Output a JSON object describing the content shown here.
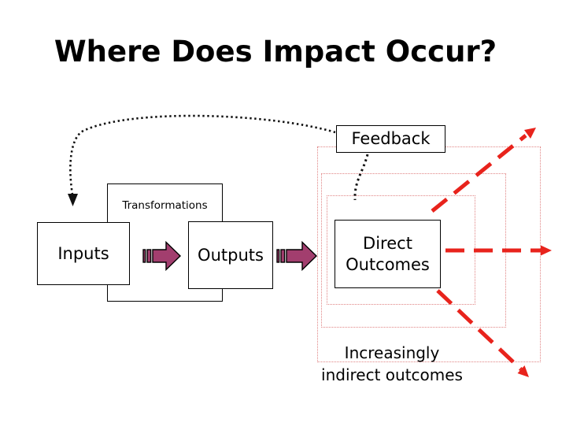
{
  "slide": {
    "title": "Where Does Impact Occur?",
    "boxes": {
      "feedback": {
        "label": "Feedback"
      },
      "transformations": {
        "label": "Transformations"
      },
      "inputs": {
        "label": "Inputs"
      },
      "outputs": {
        "label": "Outputs"
      },
      "direct_outcomes": {
        "label": "Direct Outcomes"
      }
    },
    "caption": {
      "text": "Increasingly indirect outcomes"
    },
    "colors": {
      "arrow_fill": "#a23e6e",
      "impact_arrow_red": "#e8231c",
      "dashed_zone_pink": "#e08484",
      "line_black": "#111111"
    }
  }
}
